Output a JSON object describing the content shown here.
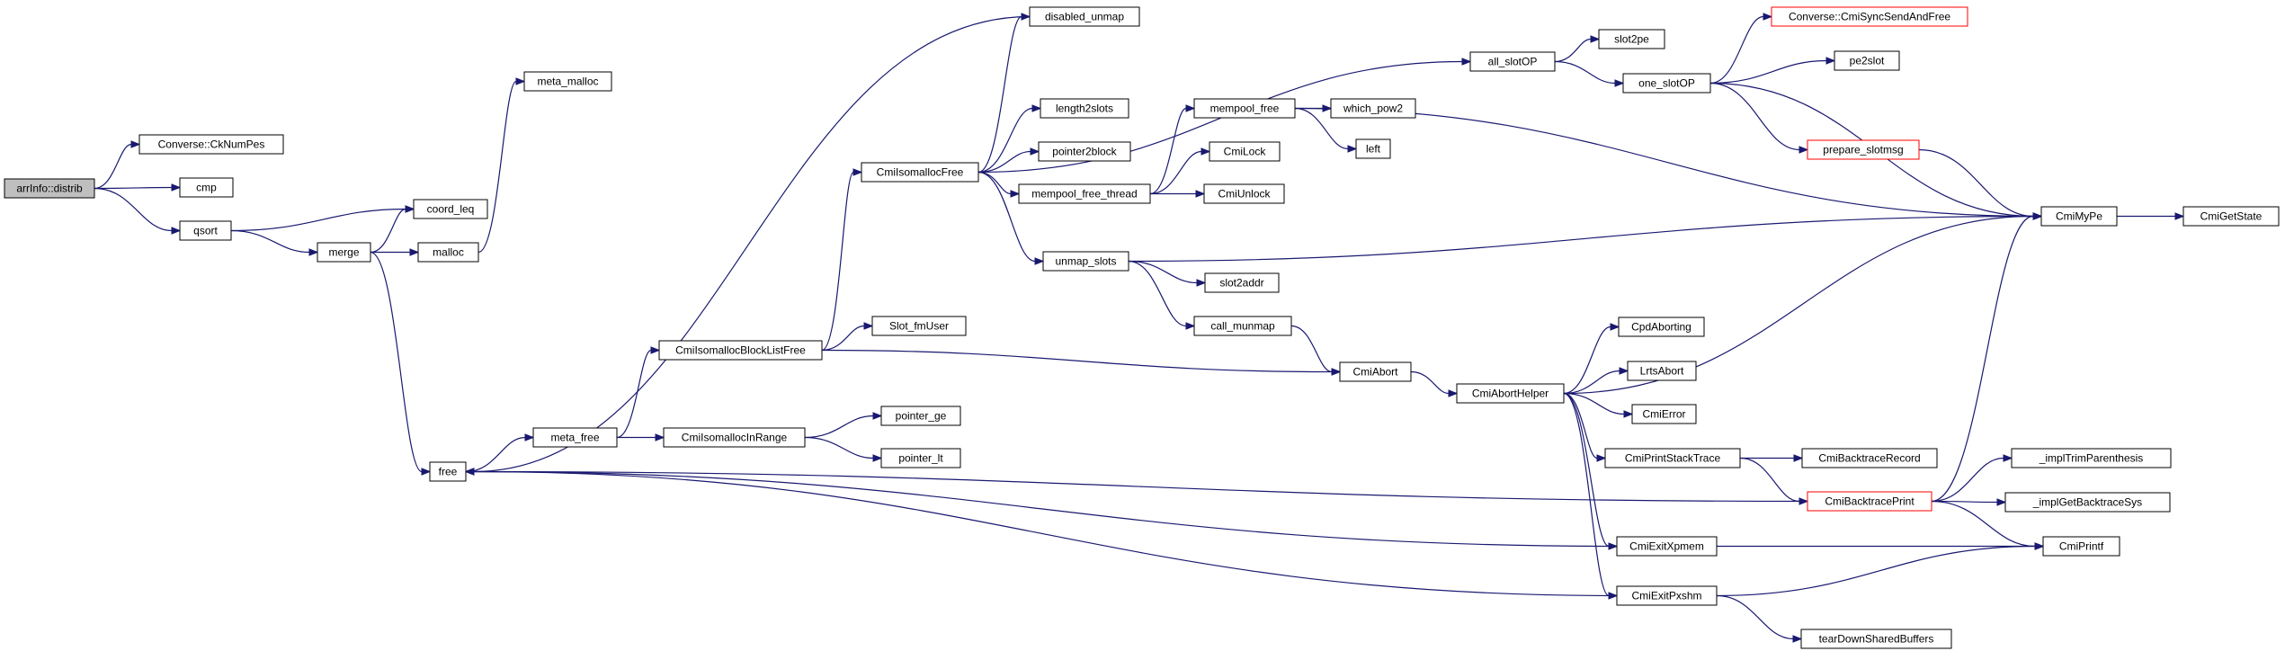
{
  "colors": {
    "edge": "#191970",
    "root_fill": "#bfbfbf",
    "truncated_border": "#ff0000"
  },
  "nodes": {
    "arrinfo_distrib": {
      "label": "arrInfo::distrib",
      "root": true
    },
    "ckNumPes": {
      "label": "Converse::CkNumPes"
    },
    "cmp": {
      "label": "cmp"
    },
    "qsort": {
      "label": "qsort"
    },
    "coord_leq": {
      "label": "coord_leq"
    },
    "merge": {
      "label": "merge"
    },
    "malloc": {
      "label": "malloc"
    },
    "meta_malloc": {
      "label": "meta_malloc"
    },
    "free": {
      "label": "free"
    },
    "meta_free": {
      "label": "meta_free"
    },
    "isomallocBlockListFree": {
      "label": "CmiIsomallocBlockListFree"
    },
    "isomallocInRange": {
      "label": "CmiIsomallocInRange"
    },
    "slot_fmUser": {
      "label": "Slot_fmUser"
    },
    "pointer_ge": {
      "label": "pointer_ge"
    },
    "pointer_lt": {
      "label": "pointer_lt"
    },
    "isomallocFree": {
      "label": "CmiIsomallocFree"
    },
    "disabled_unmap": {
      "label": "disabled_unmap"
    },
    "length2slots": {
      "label": "length2slots"
    },
    "pointer2block": {
      "label": "pointer2block"
    },
    "mempool_free_thread": {
      "label": "mempool_free_thread"
    },
    "unmap_slots": {
      "label": "unmap_slots"
    },
    "mempool_free": {
      "label": "mempool_free"
    },
    "cmiLock": {
      "label": "CmiLock"
    },
    "cmiUnlock": {
      "label": "CmiUnlock"
    },
    "which_pow2": {
      "label": "which_pow2"
    },
    "left": {
      "label": "left"
    },
    "slot2addr": {
      "label": "slot2addr"
    },
    "call_munmap": {
      "label": "call_munmap"
    },
    "cmiAbort": {
      "label": "CmiAbort"
    },
    "cmiAbortHelper": {
      "label": "CmiAbortHelper"
    },
    "all_slotOP": {
      "label": "all_slotOP"
    },
    "slot2pe": {
      "label": "slot2pe"
    },
    "one_slotOP": {
      "label": "one_slotOP"
    },
    "syncSendAndFree": {
      "label": "Converse::CmiSyncSendAndFree",
      "truncated": true
    },
    "pe2slot": {
      "label": "pe2slot"
    },
    "prepare_slotmsg": {
      "label": "prepare_slotmsg",
      "truncated": true
    },
    "cmiMyPe": {
      "label": "CmiMyPe"
    },
    "cmiGetState": {
      "label": "CmiGetState"
    },
    "cpdAborting": {
      "label": "CpdAborting"
    },
    "lrtsAbort": {
      "label": "LrtsAbort"
    },
    "cmiError": {
      "label": "CmiError"
    },
    "printStackTrace": {
      "label": "CmiPrintStackTrace"
    },
    "backtraceRecord": {
      "label": "CmiBacktraceRecord"
    },
    "backtracePrint": {
      "label": "CmiBacktracePrint",
      "truncated": true
    },
    "implTrim": {
      "label": "_implTrimParenthesis"
    },
    "implGetBacktrace": {
      "label": "_implGetBacktraceSys"
    },
    "exitXpmem": {
      "label": "CmiExitXpmem"
    },
    "exitPxshm": {
      "label": "CmiExitPxshm"
    },
    "cmiPrintf": {
      "label": "CmiPrintf"
    },
    "tearDown": {
      "label": "tearDownSharedBuffers"
    }
  },
  "edges": [
    [
      "arrinfo_distrib",
      "ckNumPes"
    ],
    [
      "arrinfo_distrib",
      "cmp"
    ],
    [
      "arrinfo_distrib",
      "qsort"
    ],
    [
      "qsort",
      "coord_leq"
    ],
    [
      "qsort",
      "merge"
    ],
    [
      "merge",
      "coord_leq"
    ],
    [
      "merge",
      "malloc"
    ],
    [
      "merge",
      "free"
    ],
    [
      "malloc",
      "meta_malloc"
    ],
    [
      "free",
      "meta_free"
    ],
    [
      "meta_free",
      "isomallocBlockListFree"
    ],
    [
      "meta_free",
      "isomallocInRange"
    ],
    [
      "isomallocInRange",
      "pointer_ge"
    ],
    [
      "isomallocInRange",
      "pointer_lt"
    ],
    [
      "isomallocBlockListFree",
      "slot_fmUser"
    ],
    [
      "isomallocBlockListFree",
      "isomallocFree"
    ],
    [
      "isomallocBlockListFree",
      "cmiAbort"
    ],
    [
      "isomallocFree",
      "disabled_unmap"
    ],
    [
      "isomallocFree",
      "all_slotOP"
    ],
    [
      "isomallocFree",
      "length2slots"
    ],
    [
      "isomallocFree",
      "pointer2block"
    ],
    [
      "isomallocFree",
      "mempool_free_thread"
    ],
    [
      "isomallocFree",
      "unmap_slots"
    ],
    [
      "disabled_unmap",
      "free"
    ],
    [
      "mempool_free_thread",
      "mempool_free"
    ],
    [
      "mempool_free_thread",
      "cmiLock"
    ],
    [
      "mempool_free_thread",
      "cmiUnlock"
    ],
    [
      "mempool_free",
      "which_pow2"
    ],
    [
      "mempool_free",
      "left"
    ],
    [
      "mempool_free",
      "cmiMyPe"
    ],
    [
      "unmap_slots",
      "cmiMyPe"
    ],
    [
      "unmap_slots",
      "slot2addr"
    ],
    [
      "unmap_slots",
      "call_munmap"
    ],
    [
      "call_munmap",
      "cmiAbort"
    ],
    [
      "cmiAbort",
      "cmiAbortHelper"
    ],
    [
      "all_slotOP",
      "slot2pe"
    ],
    [
      "all_slotOP",
      "one_slotOP"
    ],
    [
      "one_slotOP",
      "syncSendAndFree"
    ],
    [
      "one_slotOP",
      "pe2slot"
    ],
    [
      "one_slotOP",
      "prepare_slotmsg"
    ],
    [
      "one_slotOP",
      "cmiMyPe"
    ],
    [
      "prepare_slotmsg",
      "cmiMyPe"
    ],
    [
      "cmiMyPe",
      "cmiGetState"
    ],
    [
      "cmiAbortHelper",
      "cmiMyPe"
    ],
    [
      "cmiAbortHelper",
      "cpdAborting"
    ],
    [
      "cmiAbortHelper",
      "lrtsAbort"
    ],
    [
      "cmiAbortHelper",
      "cmiError"
    ],
    [
      "cmiAbortHelper",
      "printStackTrace"
    ],
    [
      "cmiAbortHelper",
      "exitXpmem"
    ],
    [
      "cmiAbortHelper",
      "exitPxshm"
    ],
    [
      "printStackTrace",
      "backtraceRecord"
    ],
    [
      "printStackTrace",
      "backtracePrint"
    ],
    [
      "backtracePrint",
      "free"
    ],
    [
      "backtracePrint",
      "cmiMyPe"
    ],
    [
      "backtracePrint",
      "implTrim"
    ],
    [
      "backtracePrint",
      "implGetBacktrace"
    ],
    [
      "backtracePrint",
      "cmiPrintf"
    ],
    [
      "exitXpmem",
      "free"
    ],
    [
      "exitXpmem",
      "cmiPrintf"
    ],
    [
      "exitPxshm",
      "free"
    ],
    [
      "exitPxshm",
      "cmiPrintf"
    ],
    [
      "exitPxshm",
      "tearDown"
    ]
  ]
}
